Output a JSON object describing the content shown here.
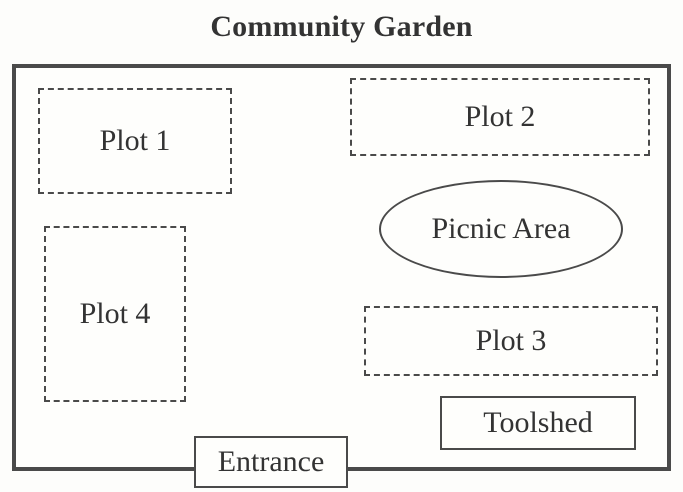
{
  "title": "Community Garden",
  "areas": {
    "plot1": "Plot 1",
    "plot2": "Plot 2",
    "plot3": "Plot 3",
    "plot4": "Plot 4",
    "picnic": "Picnic Area",
    "toolshed": "Toolshed",
    "entrance": "Entrance"
  }
}
